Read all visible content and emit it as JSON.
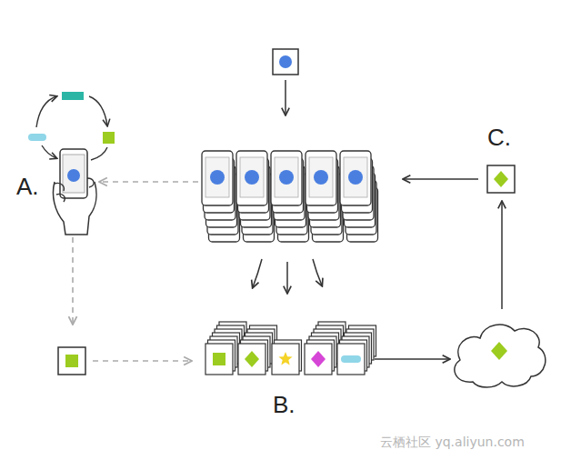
{
  "diagram": {
    "labels": [
      "C.",
      "A.",
      "B.",
      "云栖社区 yq.aliyun.com"
    ]
  }
}
